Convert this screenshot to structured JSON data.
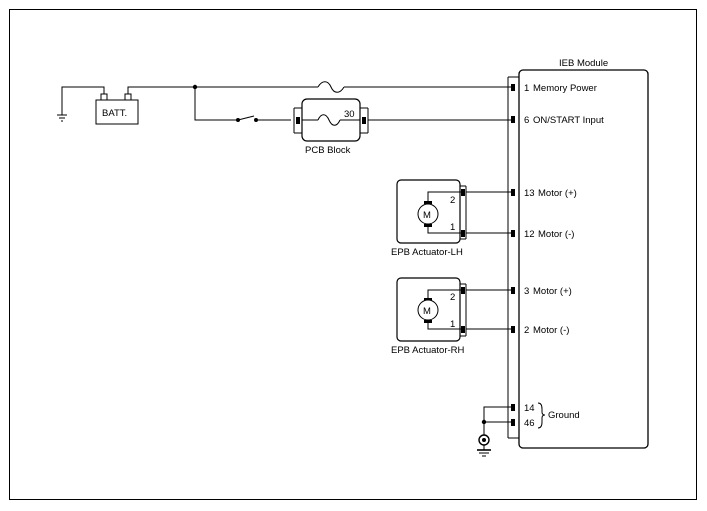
{
  "module": {
    "title": "IEB Module",
    "pins": [
      {
        "number": "1",
        "label": "Memory Power"
      },
      {
        "number": "6",
        "label": "ON/START Input"
      },
      {
        "number": "13",
        "label": "Motor (+)"
      },
      {
        "number": "12",
        "label": "Motor (-)"
      },
      {
        "number": "3",
        "label": "Motor (+)"
      },
      {
        "number": "2",
        "label": "Motor (-)"
      }
    ],
    "ground_pins": [
      "14",
      "46"
    ],
    "ground_label": "Ground"
  },
  "battery": {
    "label": "BATT."
  },
  "pcb_block": {
    "label": "PCB Block",
    "terminal": "30"
  },
  "actuator_lh": {
    "label": "EPB Actuator-LH",
    "motor_symbol": "M",
    "pin_top": "2",
    "pin_bottom": "1"
  },
  "actuator_rh": {
    "label": "EPB Actuator-RH",
    "motor_symbol": "M",
    "pin_top": "2",
    "pin_bottom": "1"
  }
}
